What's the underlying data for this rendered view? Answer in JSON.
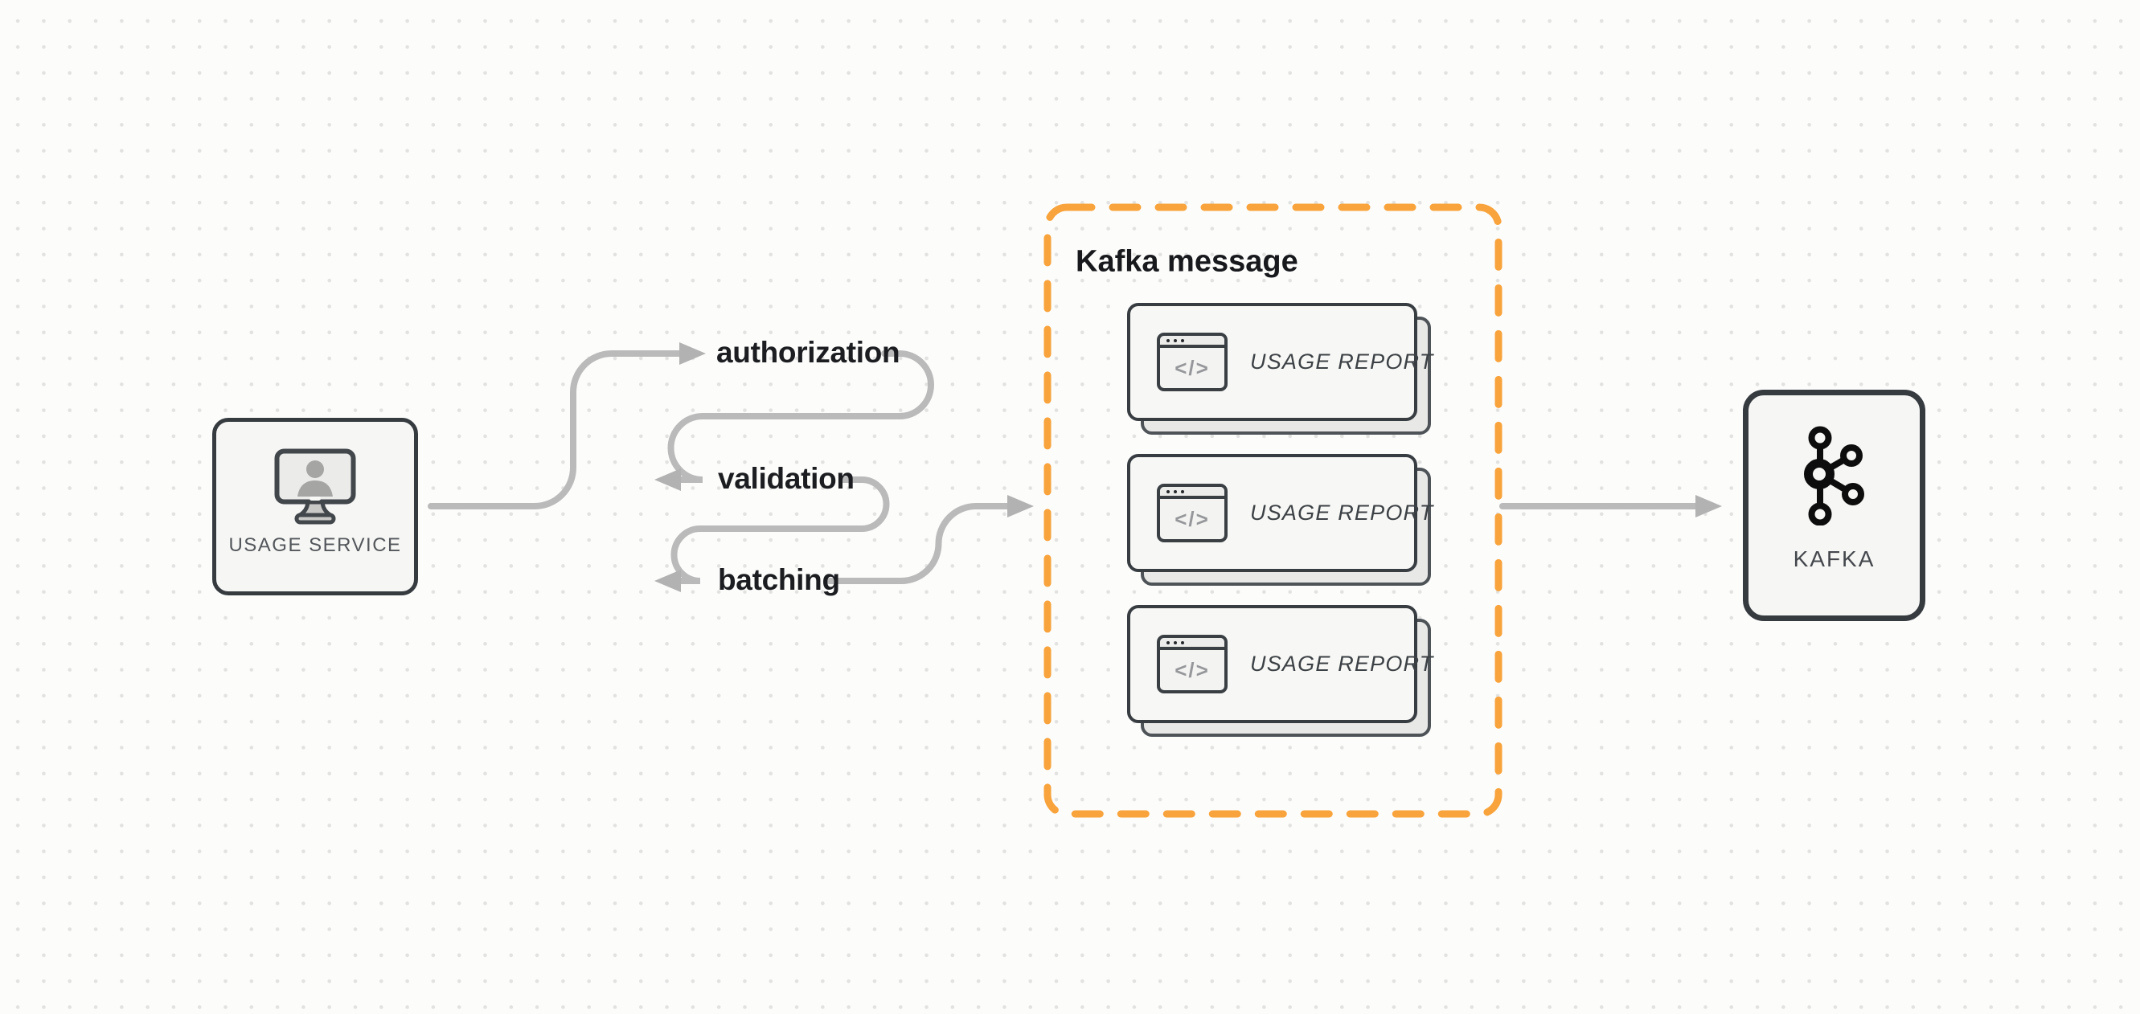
{
  "canvas": {
    "background_color": "#fcfcfb",
    "dot_grid_color": "#e2e2e1"
  },
  "colors": {
    "group_accent_orange": "#F8A33B",
    "connector_gray": "#bababa",
    "node_border_dark": "#363b40",
    "node_fill": "#f6f6f4"
  },
  "nodes": {
    "usage_service": {
      "label": "USAGE SERVICE",
      "icon": "monitor-user-icon"
    },
    "kafka": {
      "label": "KAFKA",
      "icon": "kafka-logo-icon"
    }
  },
  "flow_steps": [
    {
      "label": "authorization"
    },
    {
      "label": "validation"
    },
    {
      "label": "batching"
    }
  ],
  "kafka_message_group": {
    "title": "Kafka message",
    "reports": [
      {
        "label": "USAGE REPORT",
        "icon": "code-window-icon",
        "icon_glyph": "</>"
      },
      {
        "label": "USAGE REPORT",
        "icon": "code-window-icon",
        "icon_glyph": "</>"
      },
      {
        "label": "USAGE REPORT",
        "icon": "code-window-icon",
        "icon_glyph": "</>"
      }
    ]
  }
}
